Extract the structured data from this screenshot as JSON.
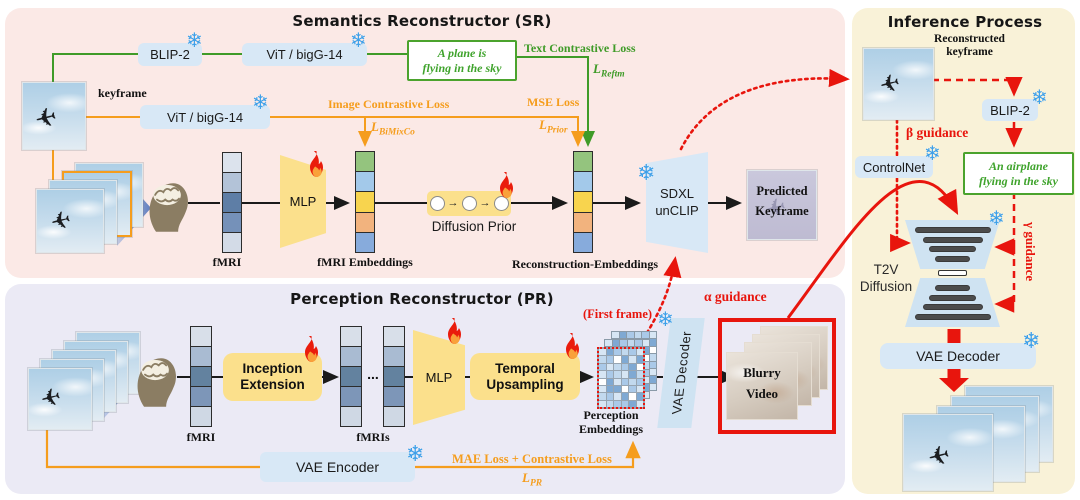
{
  "icons": {
    "snowflake": "❄",
    "plane": "✈",
    "small_arrow": "→",
    "dots": "..."
  },
  "colors": {
    "sr_panel": "#fbe9e6",
    "pr_panel": "#ebeaf5",
    "inference_panel": "#f9f2d8",
    "box_blue": "#d8e8f6",
    "box_yellow": "#fbe08c",
    "green": "#3f9b28",
    "orange": "#f59d1d",
    "red": "#e8150d",
    "snowflake_blue": "#3d9fe8"
  },
  "sr": {
    "title": "Semantics Reconstructor (SR)",
    "blip2": "BLIP-2",
    "vit_text": "ViT / bigG-14",
    "vit_image": "ViT / bigG-14",
    "caption_line1": "A plane is",
    "caption_line2": "flying in the sky",
    "text_contrastive_loss": "Text Contrastive Loss",
    "loss_reftm": {
      "base": "L",
      "sub": "Reftm"
    },
    "image_contrastive_loss": "Image Contrastive Loss",
    "loss_bimixco": {
      "base": "L",
      "sub": "BiMixCo"
    },
    "mse_loss": "MSE Loss",
    "loss_prior": {
      "base": "L",
      "sub": "Prior"
    },
    "keyframe_label": "keyframe",
    "fmri_label": "fMRI",
    "mlp_label": "MLP",
    "fmri_embeddings_label": "fMRI Embeddings",
    "diffusion_prior_label": "Diffusion Prior",
    "recon_embeddings_label": "Reconstruction-Embeddings",
    "sdxl_line1": "SDXL",
    "sdxl_line2": "unCLIP",
    "predicted_line1": "Predicted",
    "predicted_line2": "Keyframe",
    "fmri_cells": [
      "#dce3ed",
      "#b3c3d8",
      "#5e7ea6",
      "#7591b9",
      "#d3dbe7"
    ],
    "embedding_cells": [
      "#94c47e",
      "#a3c9ea",
      "#f8d44e",
      "#f2b37e",
      "#87abdc"
    ]
  },
  "pr": {
    "title": "Perception Reconstructor (PR)",
    "fmri_label": "fMRI",
    "inception_line1": "Inception",
    "inception_line2": "Extension",
    "fmris_label": "fMRIs",
    "mlp_label": "MLP",
    "temporal_line1": "Temporal",
    "temporal_line2": "Upsampling",
    "first_frame_label": "(First frame)",
    "perception_line1": "Perception",
    "perception_line2": "Embeddings",
    "vae_decoder_label": "VAE Decoder",
    "alpha_label": "α guidance",
    "blurry_line1": "Blurry",
    "blurry_line2": "Video",
    "vae_encoder_label": "VAE Encoder",
    "mae_loss": "MAE Loss + Contrastive Loss",
    "loss_pr": {
      "base": "L",
      "sub": "PR"
    },
    "fmri_cells": [
      "#d8dfe9",
      "#a9bbd2",
      "#63829f",
      "#7d96b8",
      "#cfd8e4"
    ],
    "grid": {
      "palette": [
        "#ffffff",
        "#d7e6f4",
        "#aac9e8",
        "#7fa9d3",
        "#c2d9ee"
      ],
      "pattern": "132421420313214230124134031242133021421303142231"
    }
  },
  "inference": {
    "title": "Inference Process",
    "recon_line1": "Reconstructed",
    "recon_line2": "keyframe",
    "blip2": "BLIP-2",
    "beta_label": "β guidance",
    "controlnet": "ControlNet",
    "caption_line1": "An airplane",
    "caption_line2": "flying in the sky",
    "gamma_label": "γ guidance",
    "t2v_line1": "T2V",
    "t2v_line2": "Diffusion",
    "vae_decoder_label": "VAE Decoder"
  }
}
